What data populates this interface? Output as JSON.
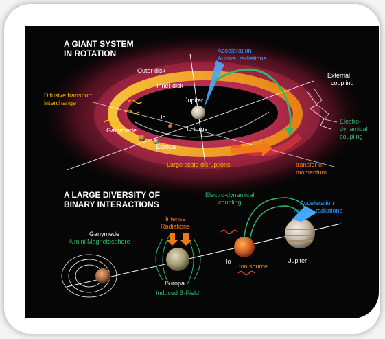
{
  "colors": {
    "white": "#ffffff",
    "yellow": "#f2b500",
    "cyan": "#33a0ff",
    "green": "#34b56a",
    "orange": "#f07a18",
    "red_haze": "#d5254a",
    "background": "#060606"
  },
  "top": {
    "title_line1": "A GIANT SYSTEM",
    "title_line2": "IN ROTATION",
    "outer_disk": "Outer disk",
    "inner_disk": "Inner disk",
    "jupiter": "Jupiter",
    "io": "Io",
    "io_torus": "Io torus",
    "ganymede": "Ganymede",
    "europa": "Europa",
    "acceleration_line1": "Acceleration",
    "acceleration_line2": "Aurora, radiations",
    "external_coupling_line1": "External",
    "external_coupling_line2": "coupling",
    "diffusive_line1": "Difusive transport",
    "diffusive_line2": "interchange",
    "electro_line1": "Electro-",
    "electro_line2": "dynamical",
    "electro_line3": "coupling",
    "large_scale": "Large scale disruptions",
    "transfer_line1": "transfer of",
    "transfer_line2": "momentum"
  },
  "bottom": {
    "title_line1": "A LARGE DIVERSITY OF",
    "title_line2": "BINARY INTERACTIONS",
    "electro_line1": "Electro-dynamical",
    "electro_line2": "coupling",
    "acceleration_line1": "Acceleration",
    "acceleration_line2": "Aurora, radiations",
    "intense_line1": "Intense",
    "intense_line2": "Radiations",
    "ganymede": "Ganymede",
    "magnetosphere": "A mini Magnetosphere",
    "europa": "Europa",
    "induced": "Induced B-Field",
    "io": "Io",
    "ion_source": "Ion source",
    "jupiter": "Jupiter"
  }
}
